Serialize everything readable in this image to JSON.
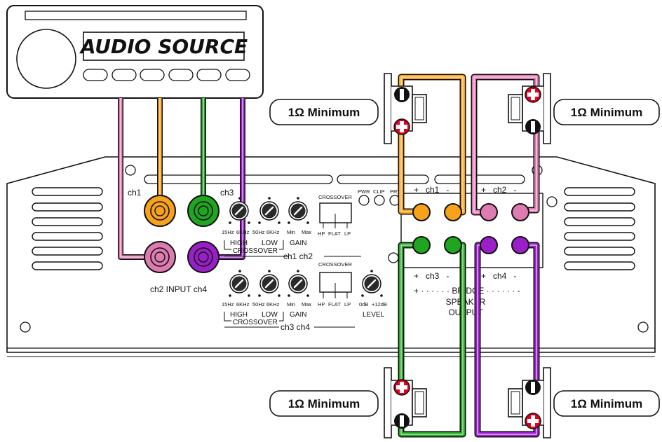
{
  "source": {
    "title": "AUDIO SOURCE"
  },
  "callouts": {
    "top_left": "1Ω Minimum",
    "top_right": "1Ω Minimum",
    "bottom_left": "1Ω Minimum",
    "bottom_right": "1Ω Minimum"
  },
  "inputs": {
    "ch1": "ch1",
    "ch3": "ch3",
    "bottom_label": "ch2 INPUT ch4"
  },
  "knobs_row1": {
    "hz_low": "15Hz",
    "khz_high_a": "6KHz",
    "hz_mid": "50Hz",
    "khz_high_b": "6KHz",
    "gain_min": "Min",
    "gain_max": "Max",
    "high": "HIGH",
    "low": "LOW",
    "gain": "GAIN",
    "crossover": "CROSSOVER",
    "channels": "ch1  ch2"
  },
  "knobs_row2": {
    "hz_low": "15Hz",
    "khz_high_a": "6KHz",
    "hz_mid": "50Hz",
    "khz_high_b": "6KHz",
    "gain_min": "Min",
    "gain_max": "Max",
    "high": "HIGH",
    "low": "LOW",
    "gain": "GAIN",
    "crossover": "CROSSOVER",
    "level_min": "0dB",
    "level_max": "+12dB",
    "level": "LEVEL",
    "channels": "ch3  ch4"
  },
  "switch1": {
    "title": "CROSSOVER",
    "hp": "HP",
    "flat": "FLAT",
    "lp": "LP"
  },
  "switch2": {
    "title": "CROSSOVER",
    "hp": "HP",
    "flat": "FLAT",
    "lp": "LP"
  },
  "leds": {
    "pwr": "PWR",
    "clip": "CLIP",
    "prt": "PRT"
  },
  "terminals": {
    "top_ch1": "+   ch1   -",
    "top_ch2": "+   ch2   -",
    "bottom_ch3": "+   ch3   -",
    "bottom_ch4": "+   ch4   -",
    "bridge_line": "+ · · · · · · BRIDGE · · · · · · -",
    "speaker": "SPEAKER",
    "output": "OUTPUT"
  },
  "colors": {
    "orange": "#f7a21b",
    "green": "#1fa51f",
    "pink": "#de7bb1",
    "purple": "#9a1fc9",
    "plus_red": "#e0001b"
  }
}
